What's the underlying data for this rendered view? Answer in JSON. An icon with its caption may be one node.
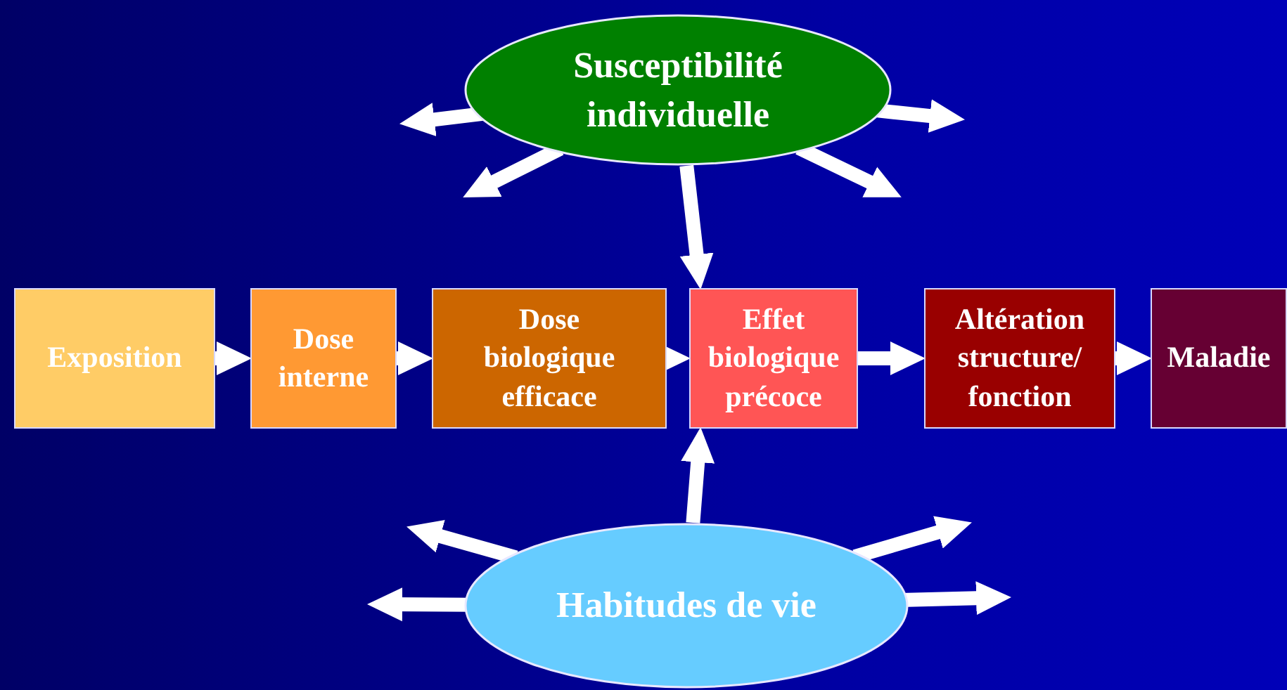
{
  "diagram": {
    "nodes": [
      {
        "text": [
          "Exposition"
        ]
      },
      {
        "text": [
          "Dose interne"
        ]
      },
      {
        "text": [
          "Dose biologique efficace"
        ]
      },
      {
        "text": [
          "Effet biologique précoce"
        ]
      },
      {
        "text": [
          "Altération structure/ fonction"
        ]
      },
      {
        "text": [
          "Maladie"
        ]
      },
      {
        "text": [
          "Susceptibilité individuelle"
        ]
      },
      {
        "text": [
          "Habitudes de vie"
        ]
      }
    ],
    "edges": [
      {
        "from": 0,
        "to": 1,
        "arrow": "to"
      },
      {
        "from": 1,
        "to": 2,
        "arrow": "to"
      },
      {
        "from": 2,
        "to": 3,
        "arrow": "to"
      },
      {
        "from": 3,
        "to": 4,
        "arrow": "to"
      },
      {
        "from": 4,
        "to": 5,
        "arrow": "to"
      },
      {
        "from": 6,
        "to": null,
        "arrow": "to"
      },
      {
        "from": 6,
        "to": null,
        "arrow": "to"
      },
      {
        "from": 6,
        "to": 3,
        "arrow": "to"
      },
      {
        "from": 6,
        "to": null,
        "arrow": "to"
      },
      {
        "from": 6,
        "to": null,
        "arrow": "to"
      },
      {
        "from": 7,
        "to": null,
        "arrow": "to"
      },
      {
        "from": 7,
        "to": null,
        "arrow": "to"
      },
      {
        "from": 7,
        "to": 3,
        "arrow": "to"
      },
      {
        "from": 7,
        "to": null,
        "arrow": "to"
      },
      {
        "from": 7,
        "to": null,
        "arrow": "to"
      }
    ]
  }
}
